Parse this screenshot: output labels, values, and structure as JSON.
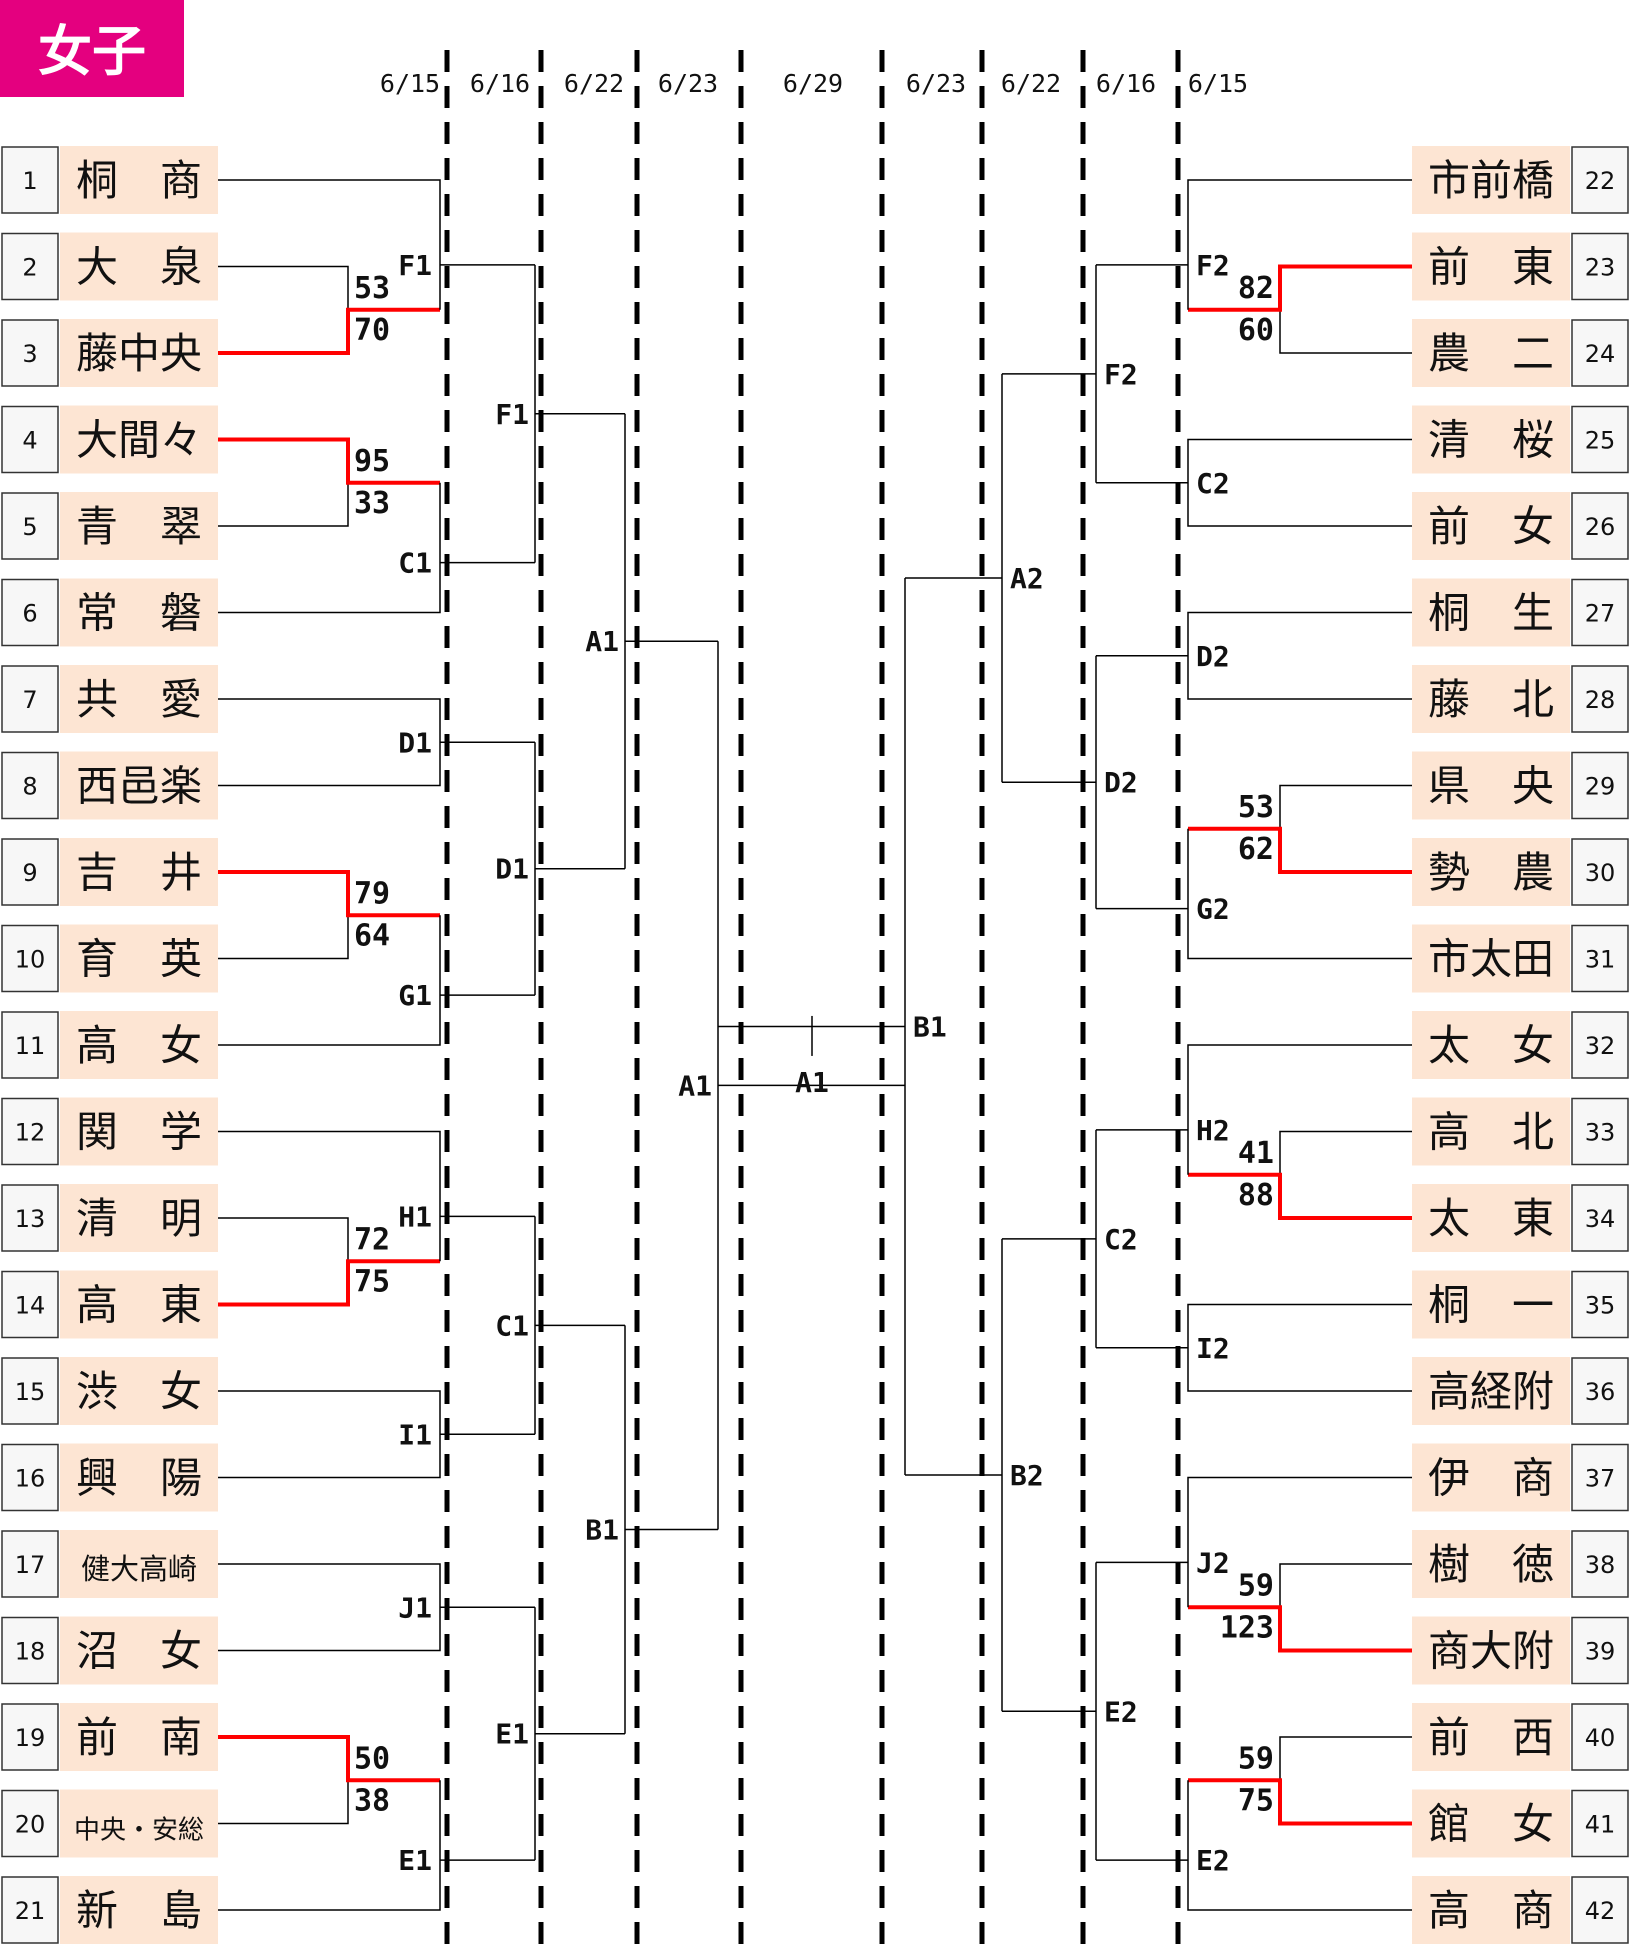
{
  "title": "女子",
  "colors": {
    "title_bg": "#e4007f",
    "name_bg": "#fde5d3",
    "win_line": "#ff0000",
    "line": "#000000",
    "divider": "#000000"
  },
  "dates": [
    "6/15",
    "6/16",
    "6/22",
    "6/23",
    "6/29",
    "6/23",
    "6/22",
    "6/16",
    "6/15"
  ],
  "left_teams": [
    {
      "no": "1",
      "name": "桐　商"
    },
    {
      "no": "2",
      "name": "大　泉"
    },
    {
      "no": "3",
      "name": "藤中央"
    },
    {
      "no": "4",
      "name": "大間々"
    },
    {
      "no": "5",
      "name": "青　翠"
    },
    {
      "no": "6",
      "name": "常　磐"
    },
    {
      "no": "7",
      "name": "共　愛"
    },
    {
      "no": "8",
      "name": "西邑楽"
    },
    {
      "no": "9",
      "name": "吉　井"
    },
    {
      "no": "10",
      "name": "育　英"
    },
    {
      "no": "11",
      "name": "高　女"
    },
    {
      "no": "12",
      "name": "関　学"
    },
    {
      "no": "13",
      "name": "清　明"
    },
    {
      "no": "14",
      "name": "高　東"
    },
    {
      "no": "15",
      "name": "渋　女"
    },
    {
      "no": "16",
      "name": "興　陽"
    },
    {
      "no": "17",
      "name": "健大高崎"
    },
    {
      "no": "18",
      "name": "沼　女"
    },
    {
      "no": "19",
      "name": "前　南"
    },
    {
      "no": "20",
      "name": "中央・安総"
    },
    {
      "no": "21",
      "name": "新　島"
    }
  ],
  "right_teams": [
    {
      "no": "22",
      "name": "市前橋"
    },
    {
      "no": "23",
      "name": "前　東"
    },
    {
      "no": "24",
      "name": "農　二"
    },
    {
      "no": "25",
      "name": "清　桜"
    },
    {
      "no": "26",
      "name": "前　女"
    },
    {
      "no": "27",
      "name": "桐　生"
    },
    {
      "no": "28",
      "name": "藤　北"
    },
    {
      "no": "29",
      "name": "県　央"
    },
    {
      "no": "30",
      "name": "勢　農"
    },
    {
      "no": "31",
      "name": "市太田"
    },
    {
      "no": "32",
      "name": "太　女"
    },
    {
      "no": "33",
      "name": "高　北"
    },
    {
      "no": "34",
      "name": "太　東"
    },
    {
      "no": "35",
      "name": "桐　一"
    },
    {
      "no": "36",
      "name": "高経附"
    },
    {
      "no": "37",
      "name": "伊　商"
    },
    {
      "no": "38",
      "name": "樹　徳"
    },
    {
      "no": "39",
      "name": "商大附"
    },
    {
      "no": "40",
      "name": "前　西"
    },
    {
      "no": "41",
      "name": "館　女"
    },
    {
      "no": "42",
      "name": "高　商"
    }
  ],
  "matches_left": [
    {
      "teams": [
        "大　泉",
        "藤中央"
      ],
      "scores": [
        "53",
        "70"
      ],
      "winner": "藤中央"
    },
    {
      "teams": [
        "大間々",
        "青　翠"
      ],
      "scores": [
        "95",
        "33"
      ],
      "winner": "大間々"
    },
    {
      "teams": [
        "吉　井",
        "育　英"
      ],
      "scores": [
        "79",
        "64"
      ],
      "winner": "吉　井"
    },
    {
      "teams": [
        "清　明",
        "高　東"
      ],
      "scores": [
        "72",
        "75"
      ],
      "winner": "高　東"
    },
    {
      "teams": [
        "前　南",
        "中央・安総"
      ],
      "scores": [
        "50",
        "38"
      ],
      "winner": "前　南"
    }
  ],
  "matches_right": [
    {
      "teams": [
        "前　東",
        "農　二"
      ],
      "scores": [
        "82",
        "60"
      ],
      "winner": "前　東"
    },
    {
      "teams": [
        "県　央",
        "勢　農"
      ],
      "scores": [
        "53",
        "62"
      ],
      "winner": "勢　農"
    },
    {
      "teams": [
        "高　北",
        "太　東"
      ],
      "scores": [
        "41",
        "88"
      ],
      "winner": "太　東"
    },
    {
      "teams": [
        "樹　徳",
        "商大附"
      ],
      "scores": [
        "59",
        "123"
      ],
      "winner": "商大附"
    },
    {
      "teams": [
        "前　西",
        "館　女"
      ],
      "scores": [
        "59",
        "75"
      ],
      "winner": "館　女"
    }
  ],
  "node_labels": {
    "left_r1": [
      "F1",
      "C1",
      "D1",
      "G1",
      "H1",
      "I1",
      "J1",
      "E1"
    ],
    "left_r2": [
      "F1",
      "D1",
      "C1",
      "E1"
    ],
    "left_r3": [
      "A1",
      "B1"
    ],
    "left_semi": "A1",
    "final": "A1",
    "right_semi": "B1",
    "right_r3": [
      "A2",
      "B2"
    ],
    "right_r2": [
      "F2",
      "C2",
      "D2",
      "G2",
      "H2",
      "I2",
      "J2",
      "E2"
    ],
    "right_r1": [
      "F2",
      "D2",
      "C2",
      "E2"
    ]
  }
}
